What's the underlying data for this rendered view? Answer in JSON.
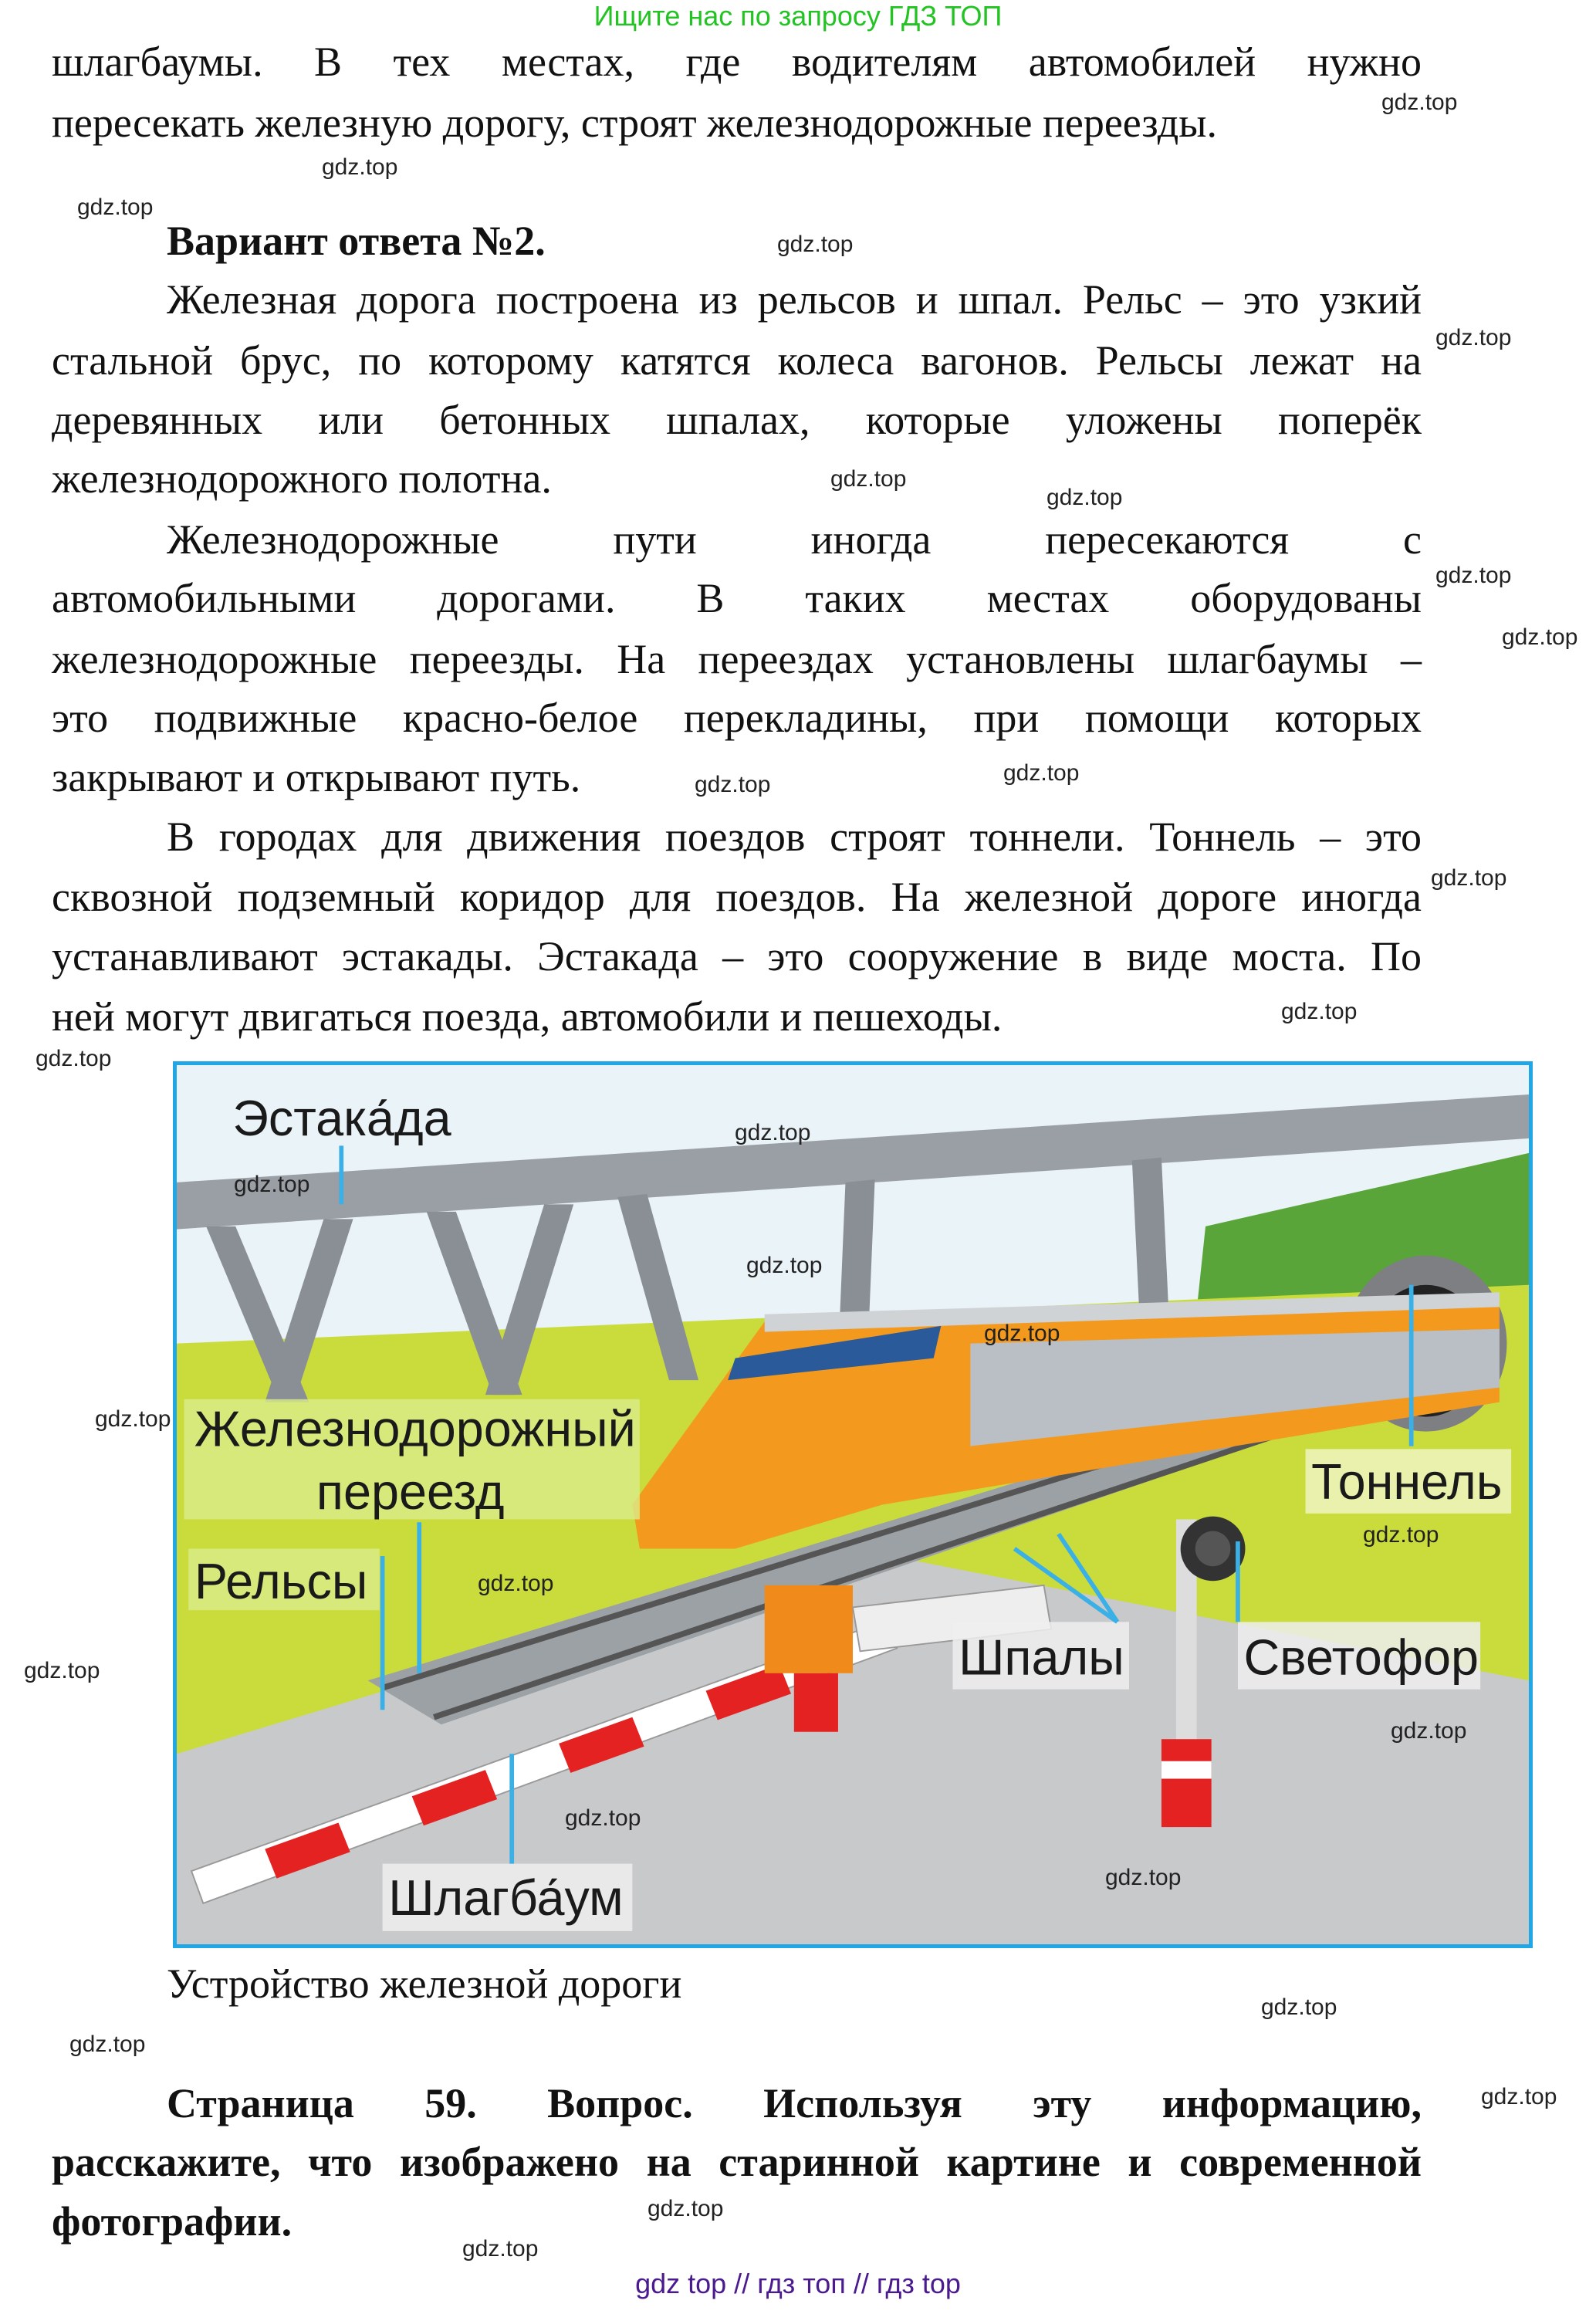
{
  "header": "Ищите нас по запросу ГДЗ ТОП",
  "intro_lines": [
    "шлагбаумы. В тех местах, где водителям автомобилей нужно",
    "пересекать железную дорогу, строят железнодорожные переезды."
  ],
  "answer_heading": "Вариант ответа №2.",
  "paragraphs": [
    [
      "Железная дорога построена из рельсов и шпал. Рельс – это узкий",
      "стальной брус, по которому катятся колеса вагонов. Рельсы лежат на",
      "деревянных или бетонных шпалах, которые уложены поперёк",
      "железнодорожного полотна."
    ],
    [
      "Железнодорожные пути иногда пересекаются с",
      "автомобильными дорогами. В таких местах оборудованы",
      "железнодорожные переезды. На переездах установлены шлагбаумы –",
      "это подвижные красно-белое перекладины, при помощи которых",
      "закрывают и открывают путь."
    ],
    [
      "В городах для движения поездов строят тоннели. Тоннель – это",
      "сквозной подземный коридор для поездов. На железной дороге иногда",
      "устанавливают эстакады. Эстакада – это сооружение в виде моста. По",
      "ней могут двигаться поезда, автомобили и пешеходы."
    ]
  ],
  "figure": {
    "labels": {
      "overpass": "Эстака́да",
      "crossing_1": "Железнодорожный",
      "crossing_2": "переезд",
      "rails": "Рельсы",
      "tunnel": "Тоннель",
      "sleepers": "Шпалы",
      "signal": "Светофор",
      "barrier": "Шлагба́ум"
    },
    "caption": "Устройство железной дороги",
    "colors": {
      "border": "#22a7e6",
      "train": "#f39a1e",
      "barrier_red": "#e52222",
      "grass": "#c9dc3c"
    }
  },
  "question_lines": [
    "Страница 59. Вопрос. Используя эту информацию,",
    "расскажите, что изображено на старинной картине и современной",
    "фотографии."
  ],
  "watermark": "gdz.top",
  "footer": "gdz top // гдз топ // гдз top"
}
